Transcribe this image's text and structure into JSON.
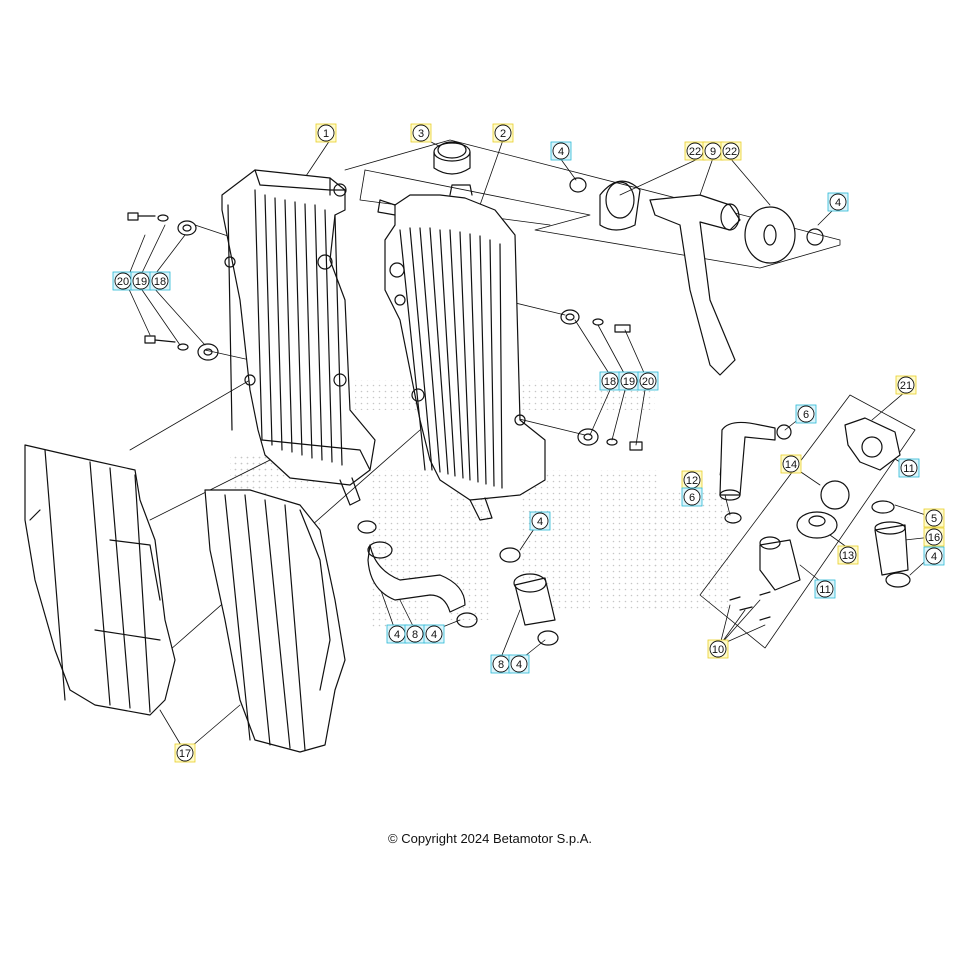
{
  "copyright": "© Copyright 2024 Betamotor S.p.A.",
  "colors": {
    "line": "#111111",
    "callout_yellow": "#fffbc9",
    "callout_yellow_edge": "#e8cf2a",
    "callout_cyan": "#d9f4fb",
    "callout_cyan_edge": "#2ab9d6",
    "watermark": "#c8c8c8"
  },
  "callouts": [
    {
      "label": "1",
      "style": "yellow"
    },
    {
      "label": "2",
      "style": "yellow"
    },
    {
      "label": "3",
      "style": "yellow"
    },
    {
      "label": "4",
      "style": "cyan"
    },
    {
      "label": "22",
      "style": "yellow"
    },
    {
      "label": "9",
      "style": "yellow"
    },
    {
      "label": "22",
      "style": "yellow"
    },
    {
      "label": "4",
      "style": "cyan"
    },
    {
      "label": "20",
      "style": "cyan"
    },
    {
      "label": "19",
      "style": "cyan"
    },
    {
      "label": "18",
      "style": "cyan"
    },
    {
      "label": "18",
      "style": "cyan"
    },
    {
      "label": "19",
      "style": "cyan"
    },
    {
      "label": "20",
      "style": "cyan"
    },
    {
      "label": "21",
      "style": "yellow"
    },
    {
      "label": "6",
      "style": "cyan"
    },
    {
      "label": "14",
      "style": "yellow"
    },
    {
      "label": "11",
      "style": "cyan"
    },
    {
      "label": "12",
      "style": "yellow"
    },
    {
      "label": "6",
      "style": "cyan"
    },
    {
      "label": "5",
      "style": "yellow"
    },
    {
      "label": "16",
      "style": "yellow"
    },
    {
      "label": "4",
      "style": "cyan"
    },
    {
      "label": "13",
      "style": "yellow"
    },
    {
      "label": "11",
      "style": "cyan"
    },
    {
      "label": "4",
      "style": "cyan"
    },
    {
      "label": "4",
      "style": "cyan"
    },
    {
      "label": "8",
      "style": "cyan"
    },
    {
      "label": "4",
      "style": "cyan"
    },
    {
      "label": "8",
      "style": "cyan"
    },
    {
      "label": "4",
      "style": "cyan"
    },
    {
      "label": "10",
      "style": "yellow"
    },
    {
      "label": "17",
      "style": "yellow"
    }
  ]
}
